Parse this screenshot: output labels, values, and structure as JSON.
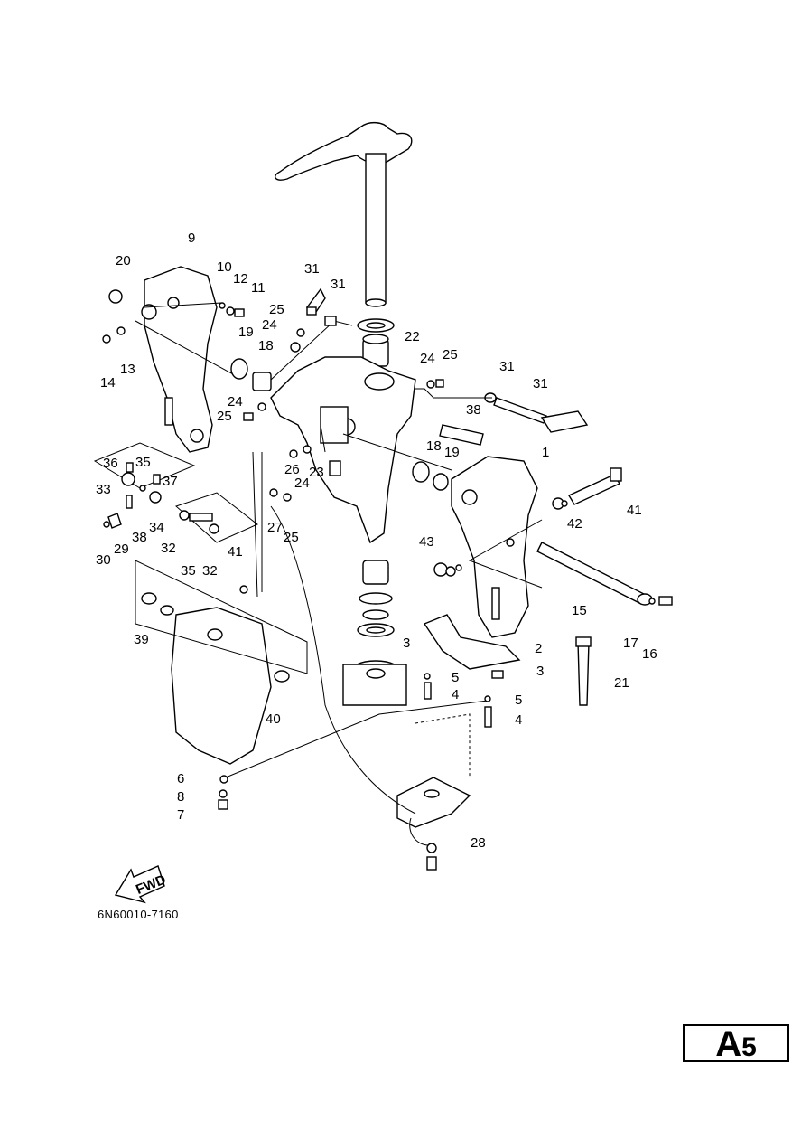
{
  "diagram": {
    "code": "6N60010-7160",
    "page": {
      "letter": "A",
      "number": "5"
    },
    "fwd_label": "FWD",
    "callouts": [
      "1",
      "2",
      "3",
      "3",
      "4",
      "4",
      "5",
      "5",
      "6",
      "7",
      "8",
      "9",
      "10",
      "11",
      "12",
      "13",
      "14",
      "15",
      "16",
      "17",
      "18",
      "18",
      "19",
      "19",
      "20",
      "21",
      "22",
      "23",
      "24",
      "24",
      "24",
      "24",
      "25",
      "25",
      "25",
      "25",
      "26",
      "27",
      "28",
      "29",
      "30",
      "31",
      "31",
      "31",
      "31",
      "32",
      "32",
      "33",
      "34",
      "35",
      "35",
      "36",
      "37",
      "38",
      "38",
      "39",
      "40",
      "41",
      "41",
      "42",
      "43"
    ]
  }
}
